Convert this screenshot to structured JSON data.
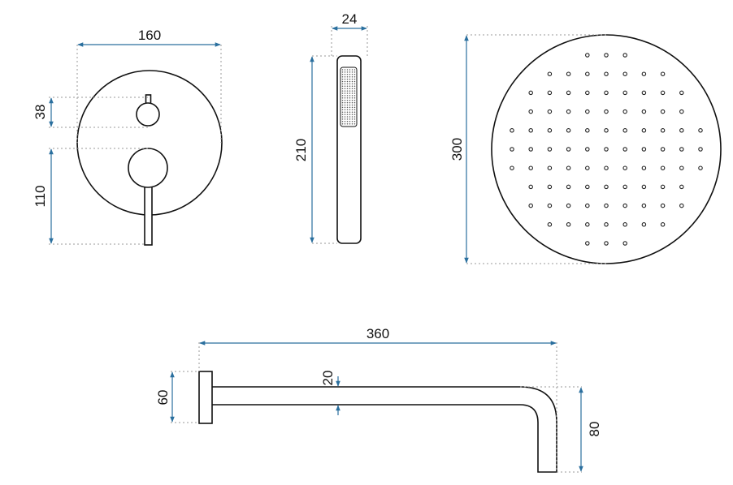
{
  "colors": {
    "outline": "#111111",
    "dimension": "#2a6f9e",
    "guide": "#9a9a9a",
    "background": "#ffffff"
  },
  "mixer_panel": {
    "dimensions": {
      "width": "160",
      "diverter_offset": "38",
      "lever_height": "110"
    }
  },
  "hand_shower": {
    "dimensions": {
      "width": "24",
      "length": "210"
    }
  },
  "rain_head": {
    "dimensions": {
      "diameter": "300"
    }
  },
  "shower_arm": {
    "dimensions": {
      "length": "360",
      "flange": "60",
      "tube_diameter": "20",
      "drop": "80"
    }
  }
}
